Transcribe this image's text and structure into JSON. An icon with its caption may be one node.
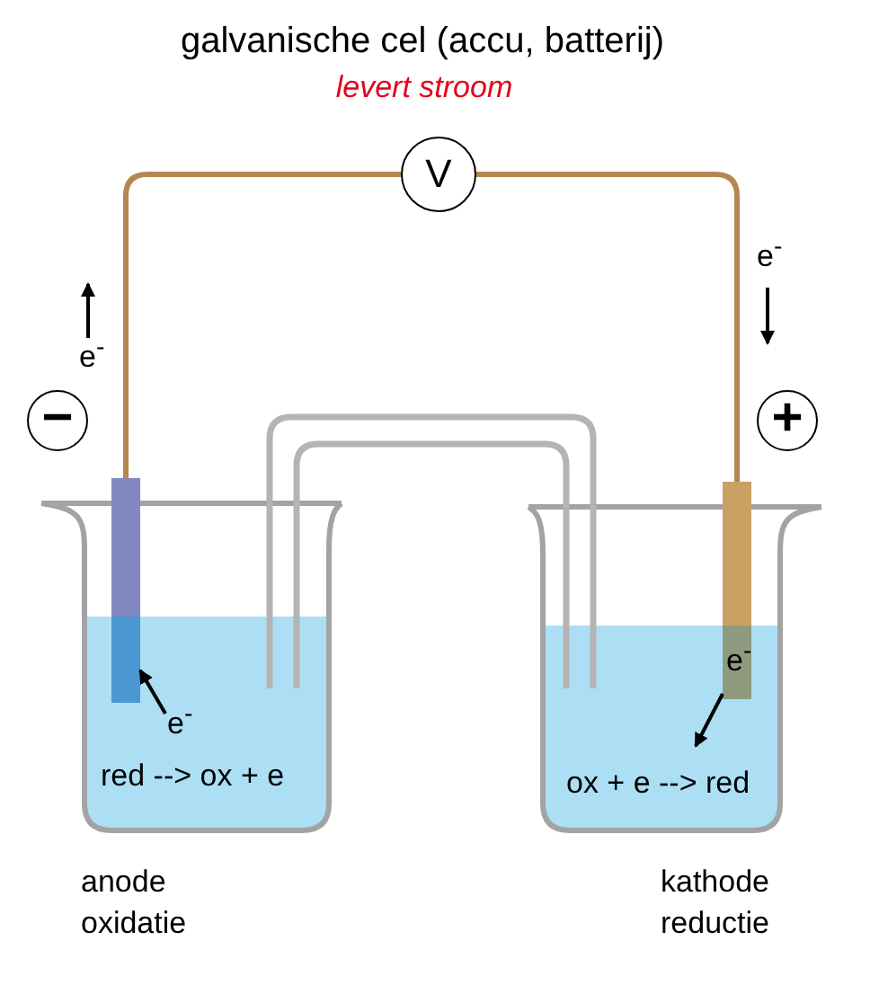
{
  "diagram": {
    "title": "galvanische cel (accu, batterij)",
    "nodes": [
      {
        "text": [
          "V"
        ]
      },
      {
        "text": [
          "−"
        ]
      },
      {
        "text": [
          "+"
        ]
      },
      {
        "text": [],
        "shape": "bar"
      },
      {
        "text": [],
        "shape": "bar"
      },
      {
        "text": [
          "red --> ox + e"
        ],
        "beside": [
          "anode",
          "oxidatie"
        ]
      },
      {
        "text": [
          "ox + e --> red"
        ],
        "beside": [
          "kathode",
          "reductie"
        ]
      }
    ],
    "edges": [
      {
        "from": 3,
        "to": 0,
        "arrow": "none"
      },
      {
        "from": 0,
        "to": 4,
        "arrow": "none"
      },
      {
        "from": 5,
        "to": 6,
        "arrow": "none",
        "color": "#b4b4b4"
      },
      {
        "from": 4,
        "to": 6,
        "arrow": "to",
        "label": "e$^{-}$",
        "color": "#000000"
      },
      {
        "from": 5,
        "to": 3,
        "arrow": "to",
        "label": "e$^{-}$",
        "color": "#000000"
      }
    ],
    "labels": [
      "levert stroom",
      "e$^{-}$",
      "e$^{-}$"
    ]
  }
}
